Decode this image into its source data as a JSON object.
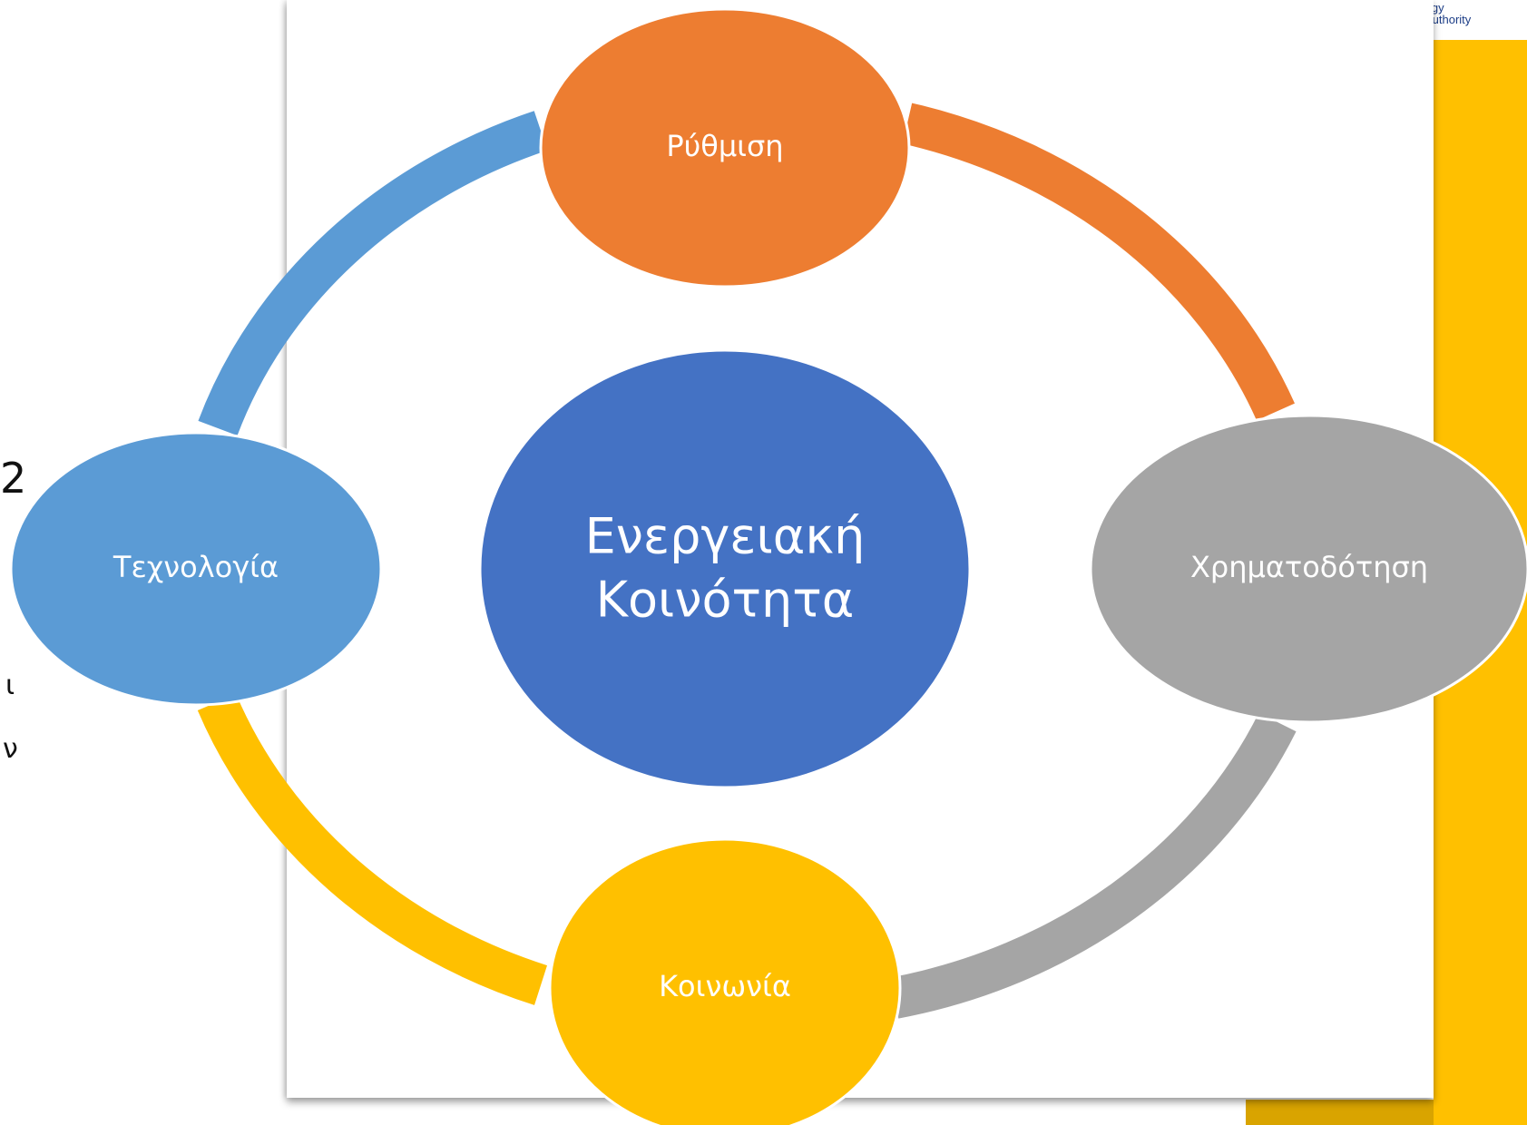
{
  "logo": {
    "line1": "cyprus energy",
    "line2": "regulatory authority"
  },
  "background_fragments": {
    "digit": "2",
    "iota": "ι",
    "nu": "ν"
  },
  "diagram": {
    "center": {
      "line1": "Ενεργειακή",
      "line2": "Κοινότητα",
      "color": "#4472C4"
    },
    "nodes": [
      {
        "id": "top",
        "label": "Ρύθμιση",
        "color": "#ED7D31"
      },
      {
        "id": "right",
        "label": "Χρηματοδότηση",
        "color": "#A5A5A5"
      },
      {
        "id": "bottom",
        "label": "Κοινωνία",
        "color": "#FFC000"
      },
      {
        "id": "left",
        "label": "Τεχνολογία",
        "color": "#5B9BD5"
      }
    ]
  },
  "colors": {
    "accent_yellow": "#FFC000",
    "orange": "#ED7D31",
    "gray": "#A5A5A5",
    "light_blue": "#5B9BD5",
    "dark_blue": "#4472C4"
  }
}
